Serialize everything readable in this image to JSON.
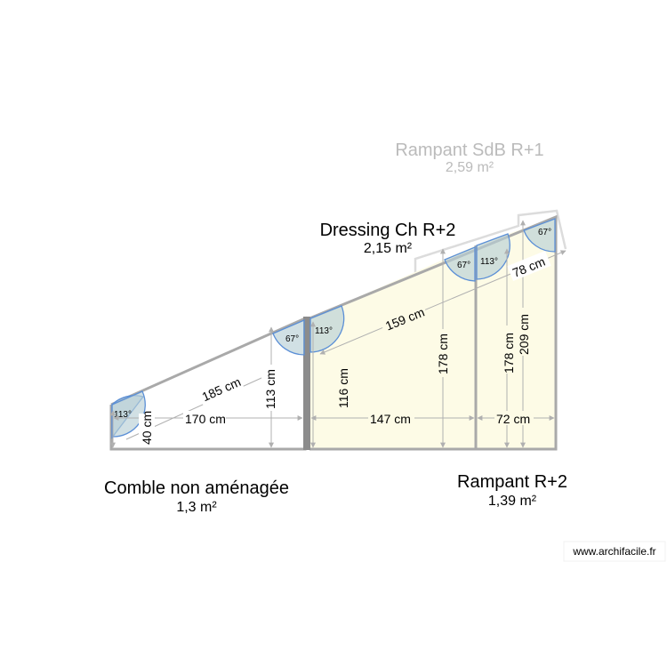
{
  "colors": {
    "wall": "#a9a9a9",
    "room_fill_yellow": "#fdfbe6",
    "angle_fill": "#b9cfd6",
    "angle_stroke": "#5b8fd6",
    "dimension": "#b0b0b0",
    "ghost_text": "#bbbbbb"
  },
  "rooms": {
    "rampant_sdb": {
      "name": "Rampant SdB R+1",
      "area": "2,59 m²"
    },
    "dressing": {
      "name": "Dressing Ch R+2",
      "area": "2,15 m²"
    },
    "comble": {
      "name": "Comble non aménagée",
      "area": "1,3 m²"
    },
    "rampant_r2": {
      "name": "Rampant R+2",
      "area": "1,39 m²"
    }
  },
  "dimensions": {
    "d185": "185 cm",
    "d170": "170 cm",
    "d40": "40 cm",
    "d113": "113 cm",
    "d116": "116 cm",
    "d159": "159 cm",
    "d147": "147 cm",
    "d178a": "178 cm",
    "d178b": "178 cm",
    "d209": "209 cm",
    "d72": "72 cm",
    "d78": "78 cm"
  },
  "angles": {
    "a1": "113°",
    "a2": "67°",
    "a3": "113°",
    "a4": "67°",
    "a5": "113°",
    "a6": "67°"
  },
  "watermark": "www.archifacile.fr"
}
